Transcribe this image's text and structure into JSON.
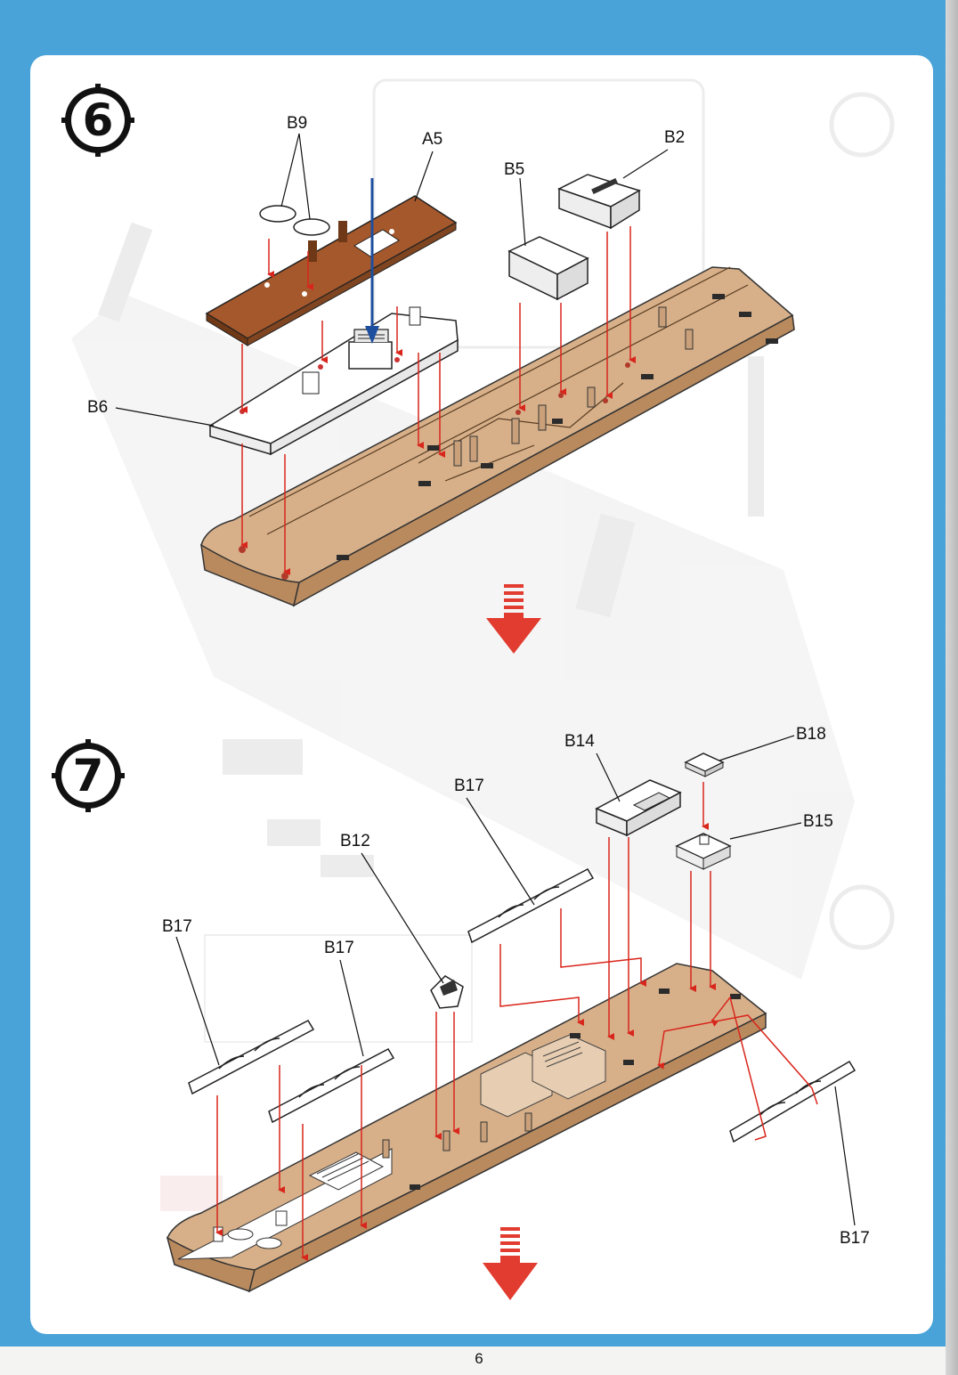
{
  "page": {
    "number": "6"
  },
  "colors": {
    "frame": "#4aa3d8",
    "hull_tan": "#d7b08a",
    "deck_brown": "#a5582b",
    "arrow_red": "#e23b2f",
    "guide_red": "#d9261c",
    "insert_blue": "#1d4f9e"
  },
  "steps": [
    {
      "number": "6",
      "labels": {
        "b9": "B9",
        "a5": "A5",
        "b5": "B5",
        "b2": "B2",
        "b6": "B6"
      }
    },
    {
      "number": "7",
      "labels": {
        "b14": "B14",
        "b18": "B18",
        "b15": "B15",
        "b12": "B12",
        "b17_top": "B17",
        "b17_left": "B17",
        "b17_mid": "B17",
        "b17_right": "B17"
      }
    }
  ],
  "icons": [
    "down-arrow-icon",
    "down-arrow-icon"
  ]
}
